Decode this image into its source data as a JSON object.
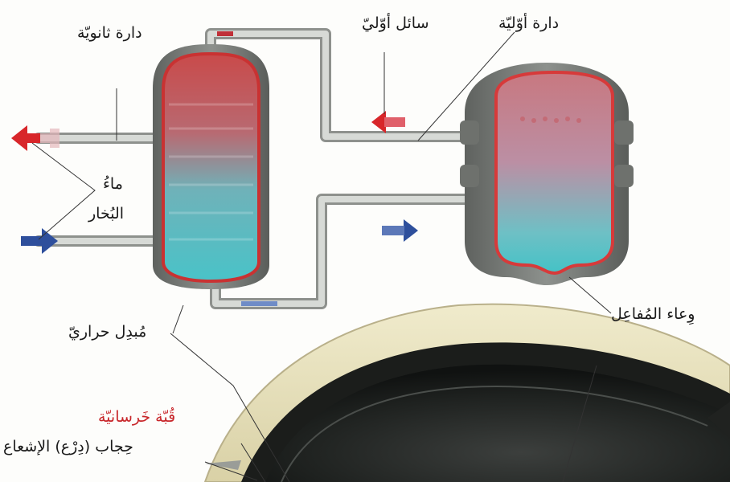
{
  "labels": {
    "secondary_circuit": "دارة ثانويّة",
    "primary_fluid": "سائل أوّليّ",
    "primary_circuit": "دارة أوّليّة",
    "water": "ماءُ",
    "steam": "البُخار",
    "reactor_vessel": "وِعاء المُفاعِل",
    "heat_exchanger": "مُبدِل حراريّ",
    "concrete_dome": "قُبّة خَرسانيّة",
    "radiation_shield": "حِجاب (دِرْع) الإشعاع"
  },
  "colors": {
    "hot": "#d8262a",
    "cold": "#2e4f9c",
    "pipe": "#c9ccc8",
    "dome": "#e9e3bf",
    "dome_label": "#c8262a"
  }
}
